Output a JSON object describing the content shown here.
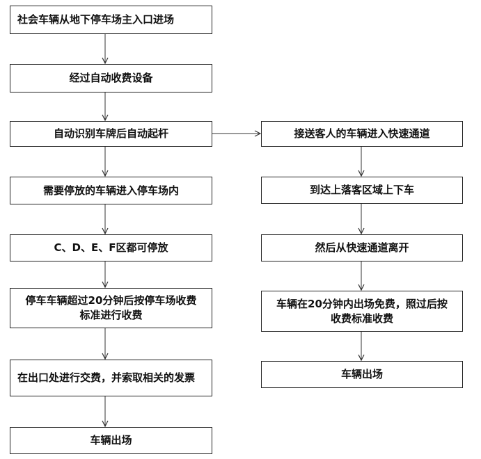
{
  "left_column": {
    "steps": [
      "社会车辆从地下停车场主入口进场",
      "经过自动收费设备",
      "自动识别车牌后自动起杆",
      "需要停放的车辆进入停车场内",
      "C、D、E、F区都可停放",
      "停车车辆超过20分钟后按停车场收费标准进行收费",
      "在出口处进行交费，并索取相关的发票",
      "车辆出场"
    ]
  },
  "right_column": {
    "steps": [
      "接送客人的车辆进入快速通道",
      "到达上落客区域上下车",
      "然后从快速通道离开",
      "车辆在20分钟内出场免费，照过后按收费标准收费",
      "车辆出场"
    ]
  }
}
